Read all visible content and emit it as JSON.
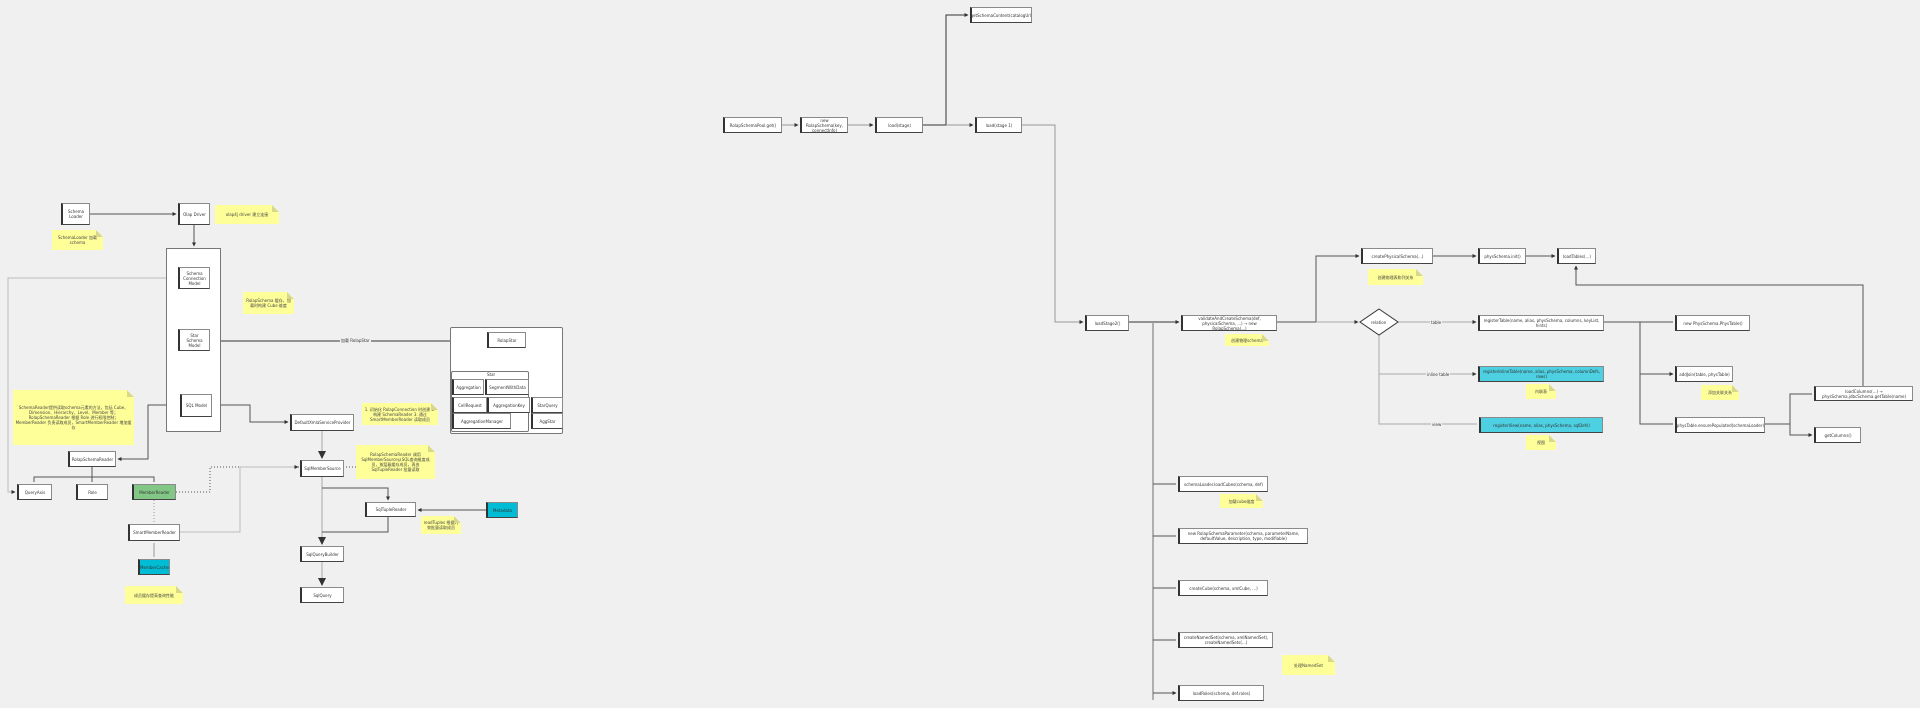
{
  "left": {
    "schema_loader": "Schema Loader",
    "schema_loader_note": "SchemaLoader 加载schema",
    "olap_driver": "Olap Driver",
    "olap_driver_note": "olap4j driver 建立连接",
    "schema_connection_model": "Schema Connection Model",
    "star_schema_model": "Star Schema Model",
    "sql_model": "SQL Model",
    "model_note": "RolapSchema 缓存，加载时构建 Cube 维度",
    "reader_note": "SchemaReader提供读取schema元素的方法，包括 Cube、Dimension、Hierarchy、Level、Member 等；RolapSchemaReader 根据 Role 进行权限控制；MemberReader 负责读取成员，SmartMemberReader 增加缓存",
    "rolap_schema_reader": "RolapSchemaReader",
    "query_axis": "QueryAxis",
    "role": "Role",
    "member_reader": "MemberReader",
    "smart_member_reader": "SmartMemberReader",
    "member_cache": "MemberCache",
    "member_cache_note": "成员缓存提高查询性能",
    "edge_load_star": "加载 RolapStar",
    "rolap_star": "RolapStar",
    "star_group": "Star",
    "star_cells": [
      "Aggregation",
      "SegmentWithData",
      "CellRequest",
      "AggregationKey",
      "StarQuery",
      "AggregationManager",
      "AggStar"
    ],
    "service_provider": "DefaultXmlaServiceProvider",
    "service_note": "1. 初始化 RolapConnection 时创建 2. 构建 SchemaReader 3. 通过 SmartMemberReader 读取成员",
    "member_source_note": "RolapSchemaReader 调用SqlMemberSource从SQL查询维度成员，按层级缓存成员，再由 SqlTupleReader 批量读取",
    "sql_member_source": "SqlMemberSource",
    "sql_tuple_reader": "SqlTupleReader",
    "metadata": "Metadata",
    "tuple_note": "readTuples 根据约束批量读取成员",
    "query_builder": "SqlQueryBuilder",
    "sql_query": "SqlQuery"
  },
  "right": {
    "pool_get": "RolapSchemaPool.get()",
    "new_schema": "new RolapSchema(key, connectInfo)",
    "load": "load(stage)",
    "load_stage": "load(stage 1)",
    "get_content": "getSchemaContent(catalogUrl)",
    "load_stage2": "loadStage2()",
    "validate": "validateAndCreateSchema(def, physicalSchema, ...) → new RolapSchema(...)",
    "validate_note": "创建物理schema",
    "create_phys": "createPhysicalSchema(...)",
    "create_phys_note": "创建物理表和列关系",
    "phys_init": "physSchema.init()",
    "load_tables": "loadTables(...)",
    "relation": "relation",
    "branch_table": "table",
    "branch_inline": "inline table",
    "branch_view": "view",
    "register_table": "registerTable(name, alias, physSchema, columns, keyList, hints)",
    "register_inline": "registerInlineTable(name, alias, physSchema, columnDefs, rows)",
    "register_view": "registerView(name, alias, physSchema, sqlDefs)",
    "inline_note": "内联表",
    "view_note": "视图",
    "new_phys_table": "new PhysSchema.PhysTable()",
    "add_join": "addJoin(table, physTable)",
    "add_join_note": "添加关联关系",
    "ensure_populated": "physTable.ensurePopulated(schemaLoader)",
    "load_columns": "loadColumns(...) → physSchema.jdbcSchema.getTable(name)",
    "get_columns": "getColumns()",
    "load_cubes": "schemaLoader.loadCubes(schema, def)",
    "load_cubes_note": "加载cube维度",
    "new_param": "new RolapSchemaParameter(schema, parameterName, defaultValue, description, type, modifiable)",
    "create_cube": "createCube(schema, xmlCube, ...)",
    "named_set": "createNamedSet(schema, xmlNamedSet), createNamedSets(...)",
    "named_set_note": "处理NamedSet",
    "load_roles": "loadRoles(schema, def.roles)"
  },
  "colors": {
    "background": "#f0f0f0",
    "note": "#ffff99",
    "highlight_green": "#82c785",
    "highlight_cyan": "#00bcd4"
  }
}
